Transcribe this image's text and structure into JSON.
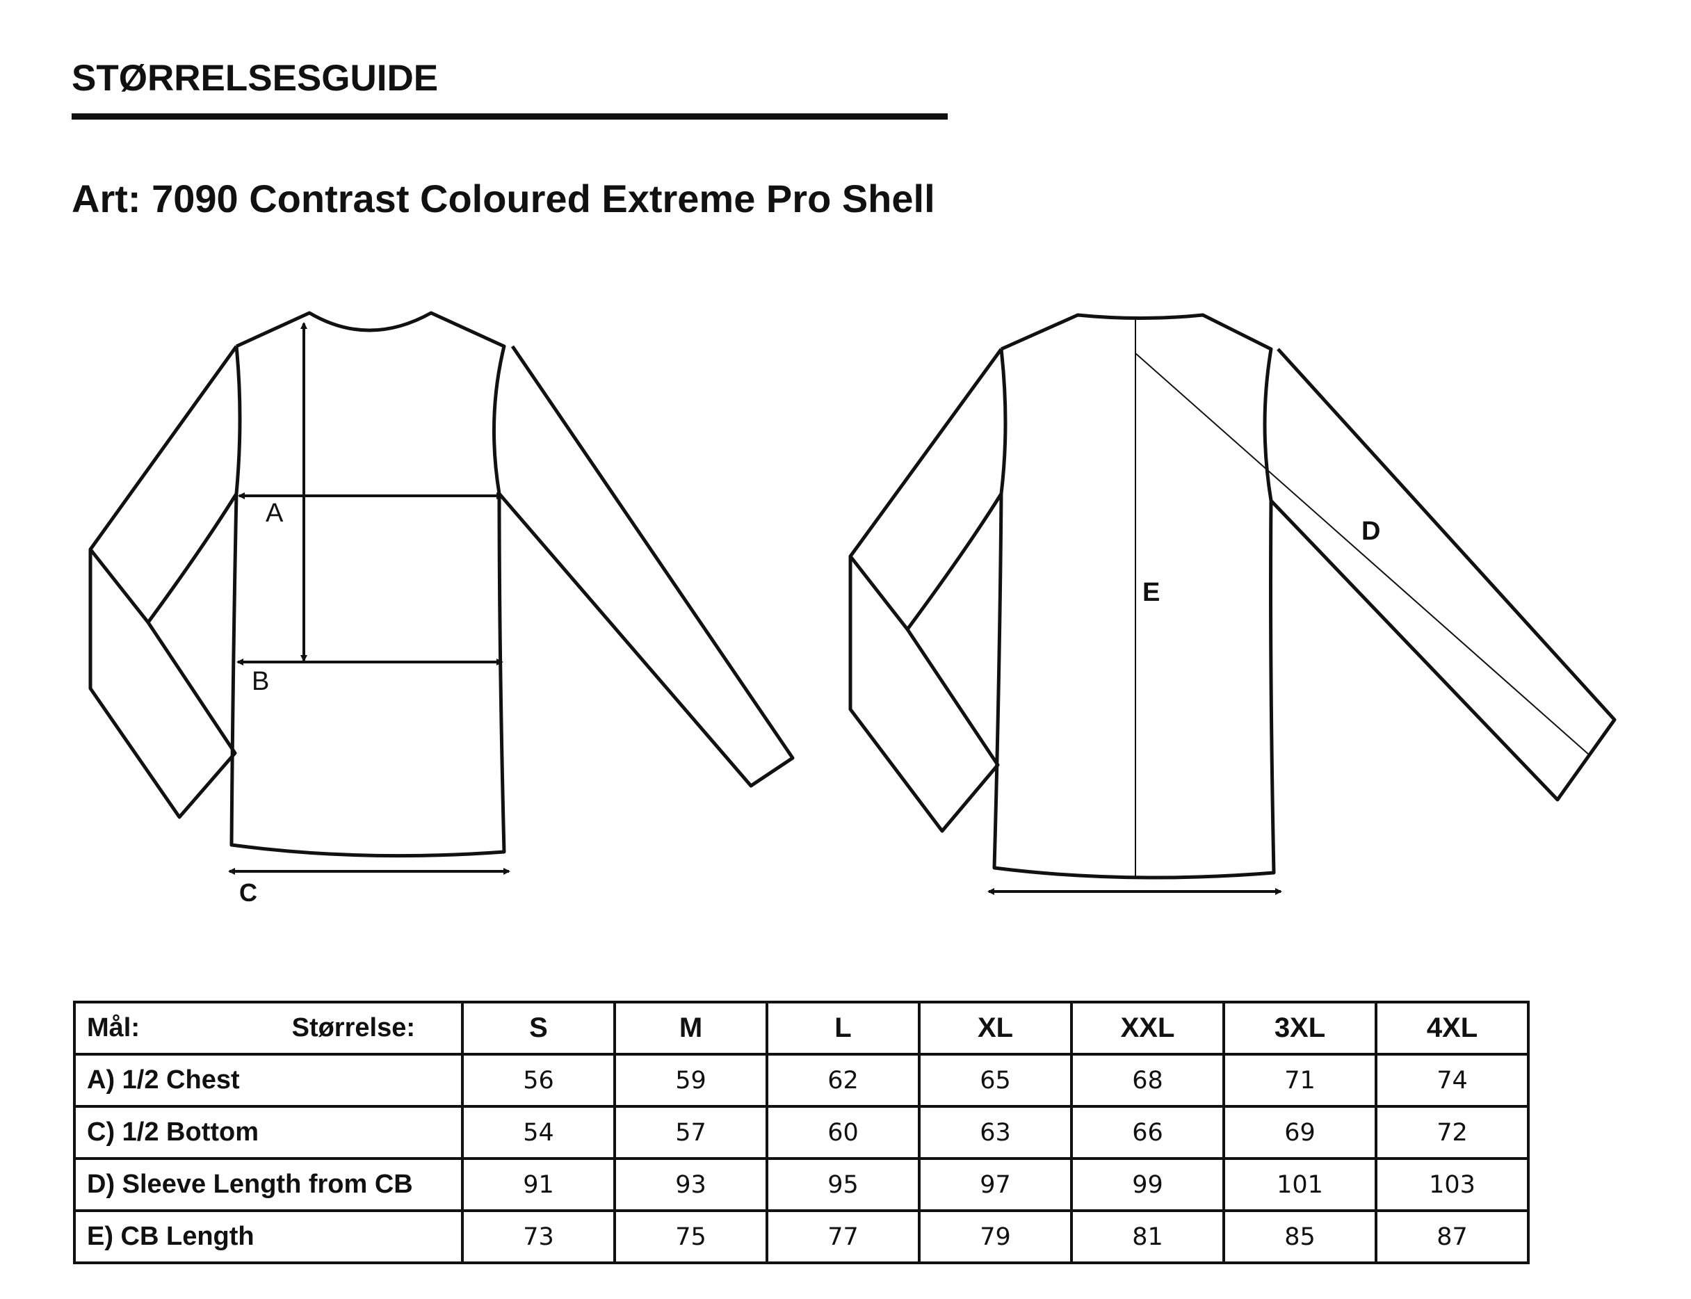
{
  "header": {
    "title": "STØRRELSESGUIDE",
    "subtitle": "Art: 7090 Contrast Coloured Extreme Pro Shell"
  },
  "diagram": {
    "front_labels": {
      "a": "A",
      "b": "B",
      "c": "C"
    },
    "back_labels": {
      "d": "D",
      "e": "E"
    }
  },
  "table": {
    "corner": {
      "measure_label": "Mål:",
      "size_label": "Størrelse:"
    },
    "sizes": [
      "S",
      "M",
      "L",
      "XL",
      "XXL",
      "3XL",
      "4XL"
    ],
    "rows": [
      {
        "label": "A) 1/2 Chest",
        "values": [
          "56",
          "59",
          "62",
          "65",
          "68",
          "71",
          "74"
        ]
      },
      {
        "label": "C) 1/2 Bottom",
        "values": [
          "54",
          "57",
          "60",
          "63",
          "66",
          "69",
          "72"
        ]
      },
      {
        "label": "D) Sleeve Length from CB",
        "values": [
          "91",
          "93",
          "95",
          "97",
          "99",
          "101",
          "103"
        ]
      },
      {
        "label": "E) CB Length",
        "values": [
          "73",
          "75",
          "77",
          "79",
          "81",
          "85",
          "87"
        ]
      }
    ]
  }
}
